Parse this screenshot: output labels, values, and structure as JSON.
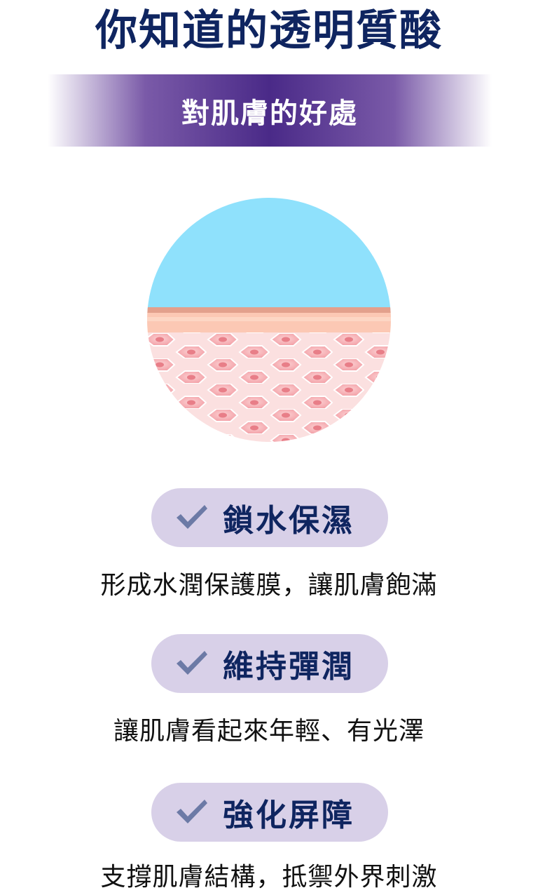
{
  "page": {
    "title": "你知道的透明質酸",
    "subtitle": "對肌膚的好處"
  },
  "colors": {
    "title": "#0f2560",
    "banner_center": "#4a2a88",
    "pill_bg": "#d8d0e8",
    "check": "#6c7aa6",
    "sky": "#8fe1fc",
    "skin_cell": "#f4a7ac"
  },
  "benefits": [
    {
      "icon": "check-icon",
      "label": "鎖水保濕",
      "description": "形成水潤保護膜，讓肌膚飽滿"
    },
    {
      "icon": "check-icon",
      "label": "維持彈潤",
      "description": "讓肌膚看起來年輕、有光澤"
    },
    {
      "icon": "check-icon",
      "label": "強化屏障",
      "description": "支撐肌膚結構，抵禦外界刺激"
    }
  ]
}
